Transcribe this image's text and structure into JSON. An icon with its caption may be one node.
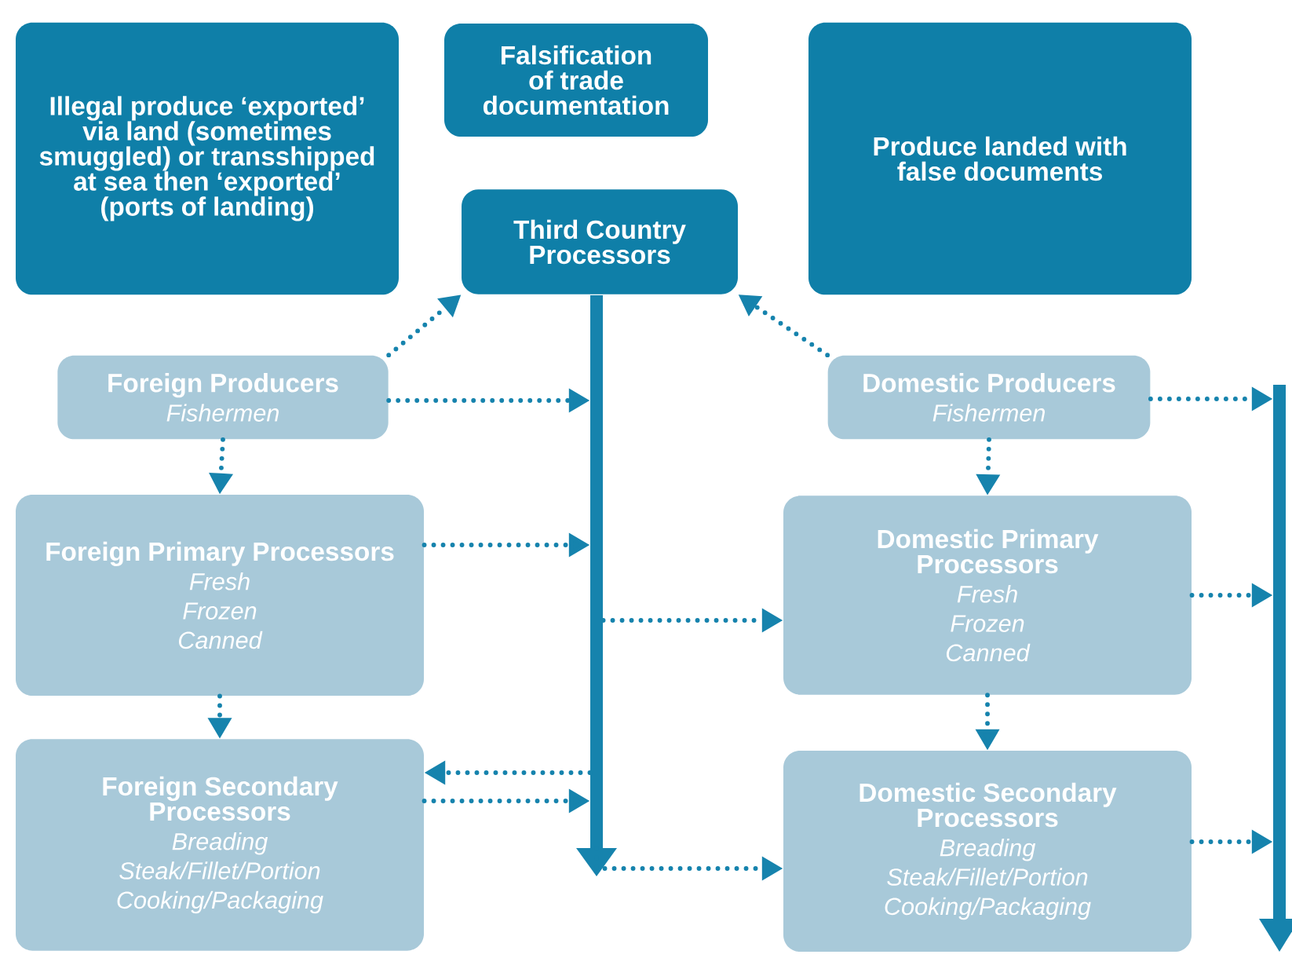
{
  "diagram": {
    "nodes": [
      {
        "text": [
          "Illegal produce ‘exported’ via land (sometimes smuggled) or transshipped at sea then ‘exported’ (ports of landing)"
        ]
      },
      {
        "text": [
          "Falsification of trade documentation"
        ]
      },
      {
        "text": [
          "Produce landed with false documents"
        ]
      },
      {
        "text": [
          "Third Country Processors"
        ]
      },
      {
        "text": [
          "Foreign Producers",
          "Fishermen"
        ]
      },
      {
        "text": [
          "Foreign Primary Processors",
          "Fresh",
          "Frozen",
          "Canned"
        ]
      },
      {
        "text": [
          "Foreign Secondary Processors",
          "Breading",
          "Steak/Fillet/Portion",
          "Cooking/Packaging"
        ]
      },
      {
        "text": [
          "Domestic Producers",
          "Fishermen"
        ]
      },
      {
        "text": [
          "Domestic Primary Processors",
          "Fresh",
          "Frozen",
          "Canned"
        ]
      },
      {
        "text": [
          "Domestic Secondary Processors",
          "Breading",
          "Steak/Fillet/Portion",
          "Cooking/Packaging"
        ]
      },
      {
        "text": [],
        "shape": "bar"
      },
      {
        "text": [],
        "shape": "bar"
      }
    ],
    "edges": [
      {
        "from": 4,
        "to": 3,
        "arrow": "to"
      },
      {
        "from": 4,
        "to": 10,
        "arrow": "to"
      },
      {
        "from": 4,
        "to": 5,
        "arrow": "to"
      },
      {
        "from": 5,
        "to": 10,
        "arrow": "to"
      },
      {
        "from": 10,
        "to": 8,
        "arrow": "to"
      },
      {
        "from": 5,
        "to": 6,
        "arrow": "to"
      },
      {
        "from": 10,
        "to": 6,
        "arrow": "to"
      },
      {
        "from": 6,
        "to": 10,
        "arrow": "to"
      },
      {
        "from": 10,
        "to": 9,
        "arrow": "to"
      },
      {
        "from": 7,
        "to": 3,
        "arrow": "to"
      },
      {
        "from": 7,
        "to": 11,
        "arrow": "to"
      },
      {
        "from": 7,
        "to": 8,
        "arrow": "to"
      },
      {
        "from": 8,
        "to": 11,
        "arrow": "to"
      },
      {
        "from": 8,
        "to": 9,
        "arrow": "to"
      },
      {
        "from": 9,
        "to": 11,
        "arrow": "to"
      }
    ]
  }
}
